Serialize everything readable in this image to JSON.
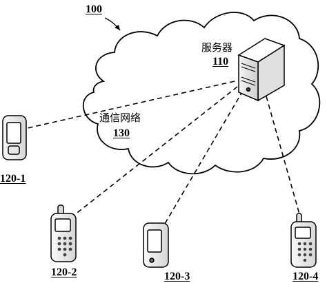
{
  "figure": {
    "ref_label": "100"
  },
  "server": {
    "title": "服务器",
    "ref": "110"
  },
  "network": {
    "title": "通信网络",
    "ref": "130"
  },
  "devices": [
    {
      "id": "120-1"
    },
    {
      "id": "120-2"
    },
    {
      "id": "120-3"
    },
    {
      "id": "120-4"
    }
  ]
}
